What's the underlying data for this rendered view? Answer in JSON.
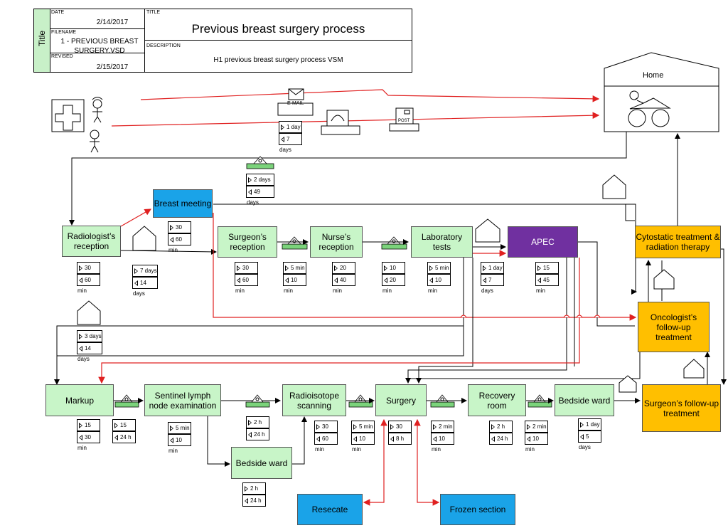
{
  "title_block": {
    "side_label": "Title",
    "date_label": "DATE",
    "date": "2/14/2017",
    "filename_label": "FILENAME",
    "filename": "1 - PREVIOUS BREAST SURGERY.VSD",
    "revised_label": "REVISED",
    "revised": "2/15/2017",
    "title_label": "TITLE",
    "title": "Previous breast surgery process",
    "description_label": "DESCRIPTION",
    "description": "H1 previous breast surgery process VSM"
  },
  "info": {
    "email_label": "E-MAIL",
    "post_label": "POST",
    "home_label": "Home"
  },
  "processes": {
    "radiologist": "Radiologist’s reception",
    "breast_meeting": "Breast meeting",
    "surgeon_reception": "Surgeon’s reception",
    "nurse_reception": "Nurse’s reception",
    "lab_tests": "Laboratory tests",
    "apec": "APEC",
    "cytostatic": "Cytostatic treatment & radiation therapy",
    "oncologist": "Oncologist’s follow-up treatment",
    "markup": "Markup",
    "sentinel": "Sentinel lymph node examination",
    "radioisotope": "Radioisotope scanning",
    "surgery": "Surgery",
    "recovery": "Recovery room",
    "bedside_ward_1": "Bedside ward",
    "surgeon_followup": "Surgeon’s follow-up treatment",
    "bedside_ward_2": "Bedside ward",
    "resecate": "Resecate",
    "frozen_section": "Frozen section"
  },
  "timelines": {
    "t_email": {
      "value_added": "1 day",
      "lead": "7 days"
    },
    "t_top": {
      "value_added": "2 days",
      "lead": "49 days"
    },
    "t_meeting": {
      "value_added": "30 min",
      "lead": "60 min"
    },
    "t_radiologist": {
      "value_added": "30 min",
      "lead": "60 min"
    },
    "t_rad_wait": {
      "value_added": "7 days",
      "lead": "14 days"
    },
    "t_surgeon": {
      "value_added": "30 min",
      "lead": "60 min"
    },
    "t_surg_nurse": {
      "value_added": "5 min",
      "lead": "10 min"
    },
    "t_nurse": {
      "value_added": "20 min",
      "lead": "40 min"
    },
    "t_nurse_lab": {
      "value_added": "10 min",
      "lead": "20 min"
    },
    "t_lab": {
      "value_added": "5 min",
      "lead": "10  min"
    },
    "t_lab_apec": {
      "value_added": "1 day",
      "lead": "7 days"
    },
    "t_apec": {
      "value_added": "15 min",
      "lead": "45 min"
    },
    "t_markup_wait": {
      "value_added": "3 days",
      "lead": "14 days"
    },
    "t_markup": {
      "value_added": "15 min",
      "lead": "30 min"
    },
    "t_markup_sent": {
      "value_added": "15 min",
      "lead": "24 h"
    },
    "t_sentinel": {
      "value_added": "5 min",
      "lead": "10 min"
    },
    "t_sent_radio": {
      "value_added": "2 h",
      "lead": "24 h"
    },
    "t_radio": {
      "value_added": "30 min",
      "lead": "60 min"
    },
    "t_radio_surg": {
      "value_added": "5 min",
      "lead": "10 min"
    },
    "t_surgery": {
      "value_added": "30 min",
      "lead": "8 h"
    },
    "t_surg_rec": {
      "value_added": "2 min",
      "lead": "10 min"
    },
    "t_recovery": {
      "value_added": "2 h",
      "lead": "24 h"
    },
    "t_rec_bed": {
      "value_added": "2 min",
      "lead": "10 min"
    },
    "t_bedside1": {
      "value_added": "1 day",
      "lead": "5 days"
    },
    "t_bedside2": {
      "value_added": "2 h",
      "lead": "24 h"
    }
  },
  "colors": {
    "process_green": "#c8f5c8",
    "meeting_blue": "#1aa3e8",
    "apec_purple": "#7030a0",
    "followup_orange": "#ffbf00",
    "info_flow_red": "#e02020"
  }
}
